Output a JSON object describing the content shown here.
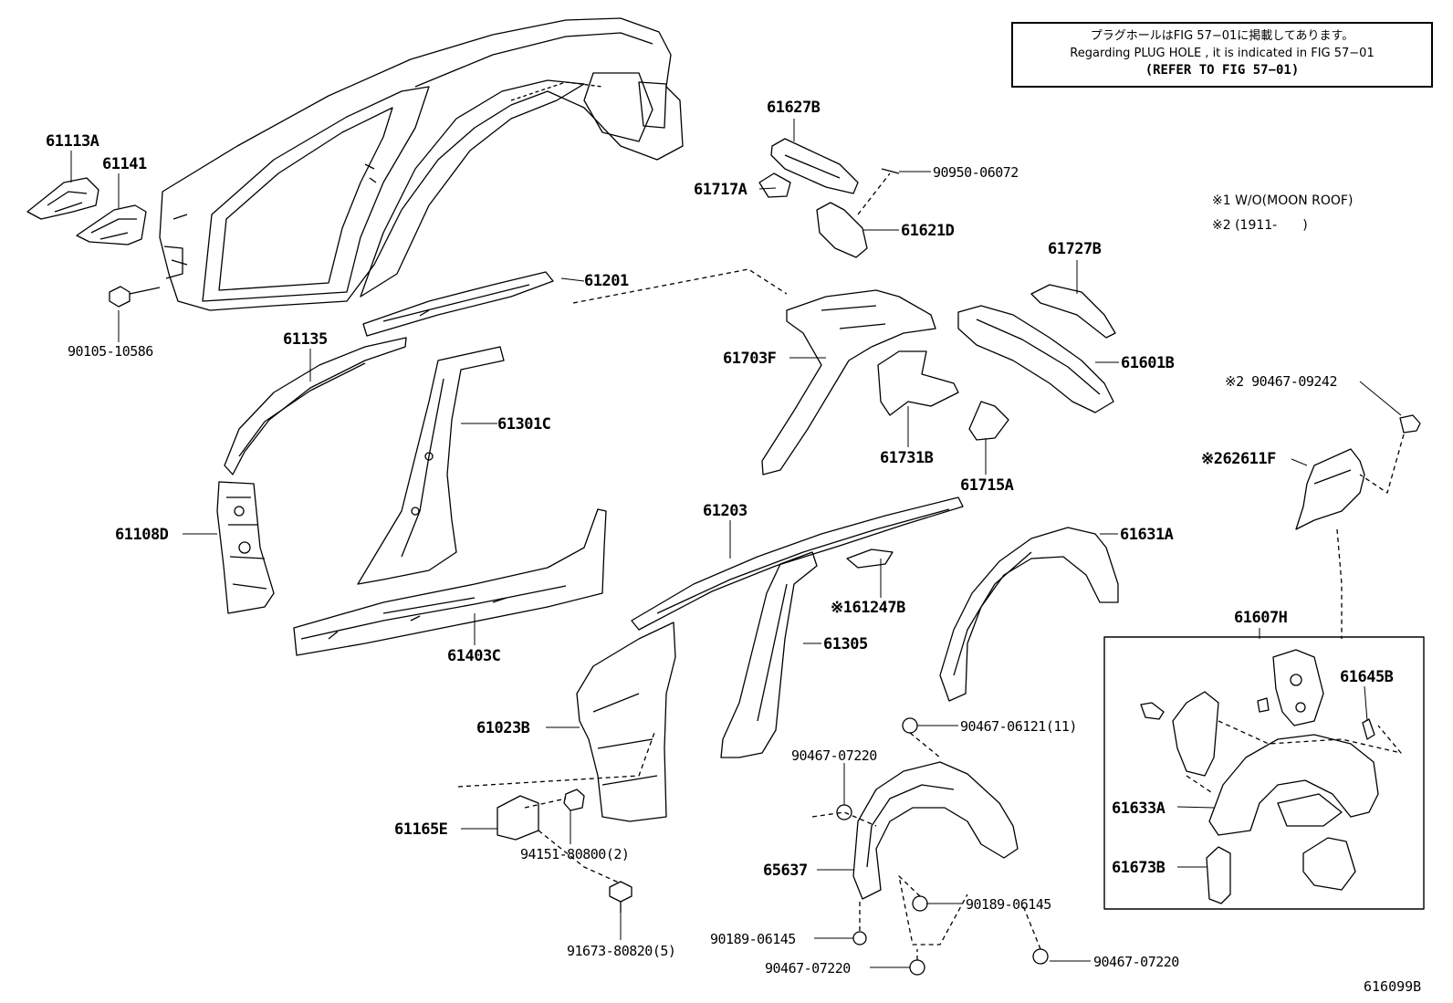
{
  "note": {
    "line1": "プラグホールはFIG 57−01に掲載してあります。",
    "line2": "Regarding PLUG HOLE , it is indicated in FIG 57−01",
    "line3": "(REFER TO FIG 57−01)"
  },
  "legend": [
    "※1 W/O(MOON ROOF)",
    "※2 (1911-　　)"
  ],
  "figure_code": "616099B",
  "parts": [
    "61113A",
    "61141",
    "90105-10586",
    "61201",
    "61135",
    "61301C",
    "61108D",
    "61403C",
    "61627B",
    "61717A",
    "90950-06072",
    "61621D",
    "61727B",
    "61703F",
    "61601B",
    "61731B",
    "61715A",
    "※2 90467-09242",
    "※262611F",
    "61203",
    "61631A",
    "※161247B",
    "61305",
    "61607H",
    "61645B",
    "61023B",
    "90467-06121(11)",
    "90467-07220",
    "61633A",
    "61165E",
    "94151-80800(2)",
    "65637",
    "90189-06145",
    "61673B",
    "90189-06145",
    "91673-80820(5)",
    "90467-07220",
    "90467-07220"
  ]
}
